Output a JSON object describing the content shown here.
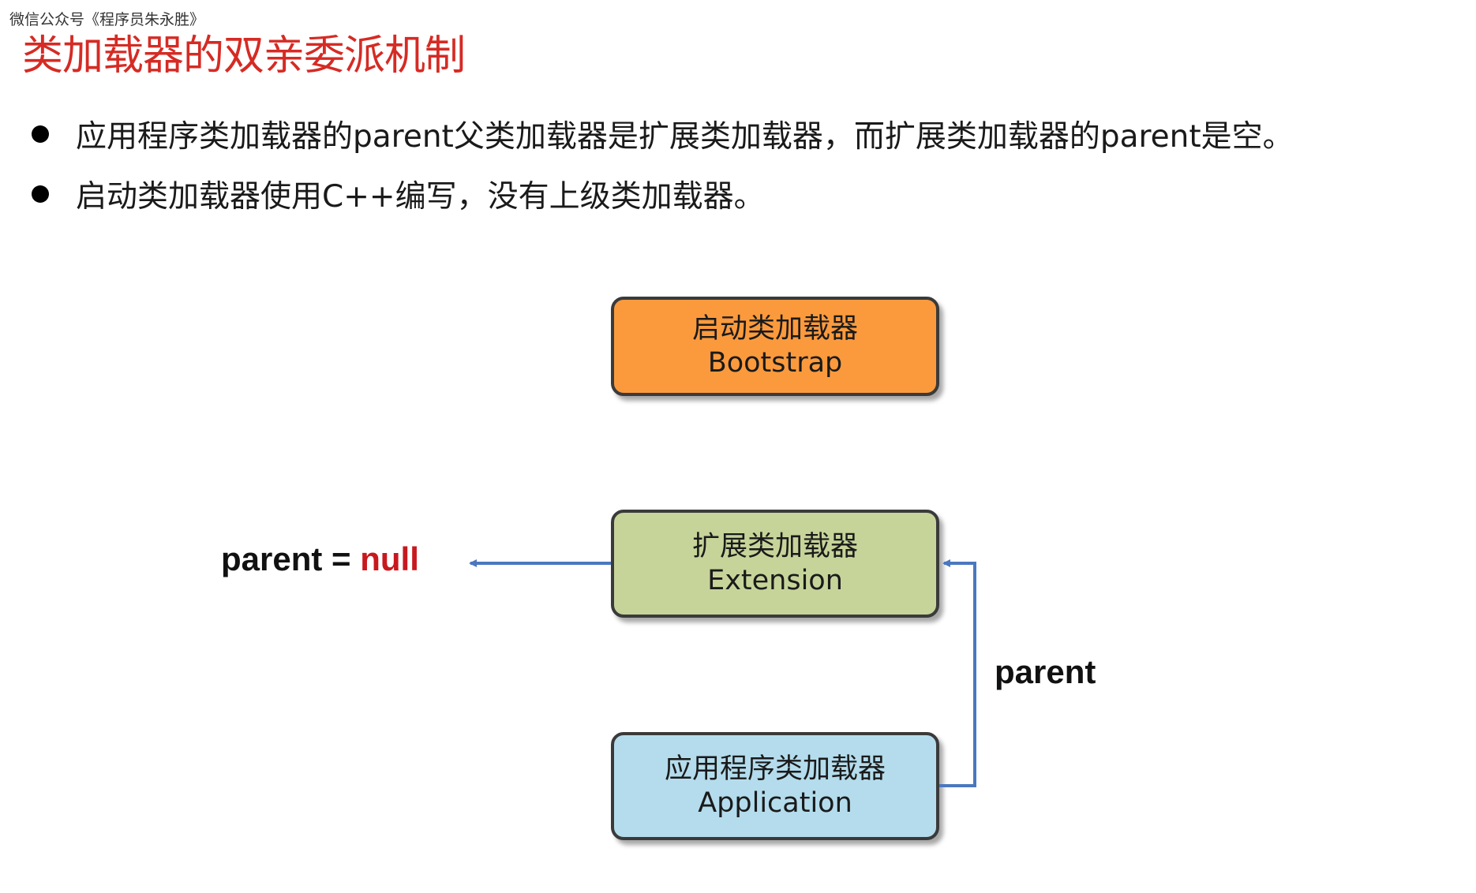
{
  "watermark": "微信公众号《程序员朱永胜》",
  "title": "类加载器的双亲委派机制",
  "bullets": [
    "应用程序类加载器的parent父类加载器是扩展类加载器，而扩展类加载器的parent是空。",
    "启动类加载器使用C++编写，没有上级类加载器。"
  ],
  "diagram": {
    "bootstrap": {
      "name": "启动类加载器",
      "sub": "Bootstrap"
    },
    "extension": {
      "name": "扩展类加载器",
      "sub": "Extension"
    },
    "application": {
      "name": "应用程序类加载器",
      "sub": "Application"
    },
    "null_label": {
      "prefix": "parent = ",
      "value": "null"
    },
    "parent_label": "parent"
  },
  "colors": {
    "title": "#d52b24",
    "bootstrap_fill": "#fb9a3d",
    "extension_fill": "#c6d49a",
    "application_fill": "#b4dcec",
    "arrow": "#4a78bf",
    "null": "#c8181e"
  }
}
